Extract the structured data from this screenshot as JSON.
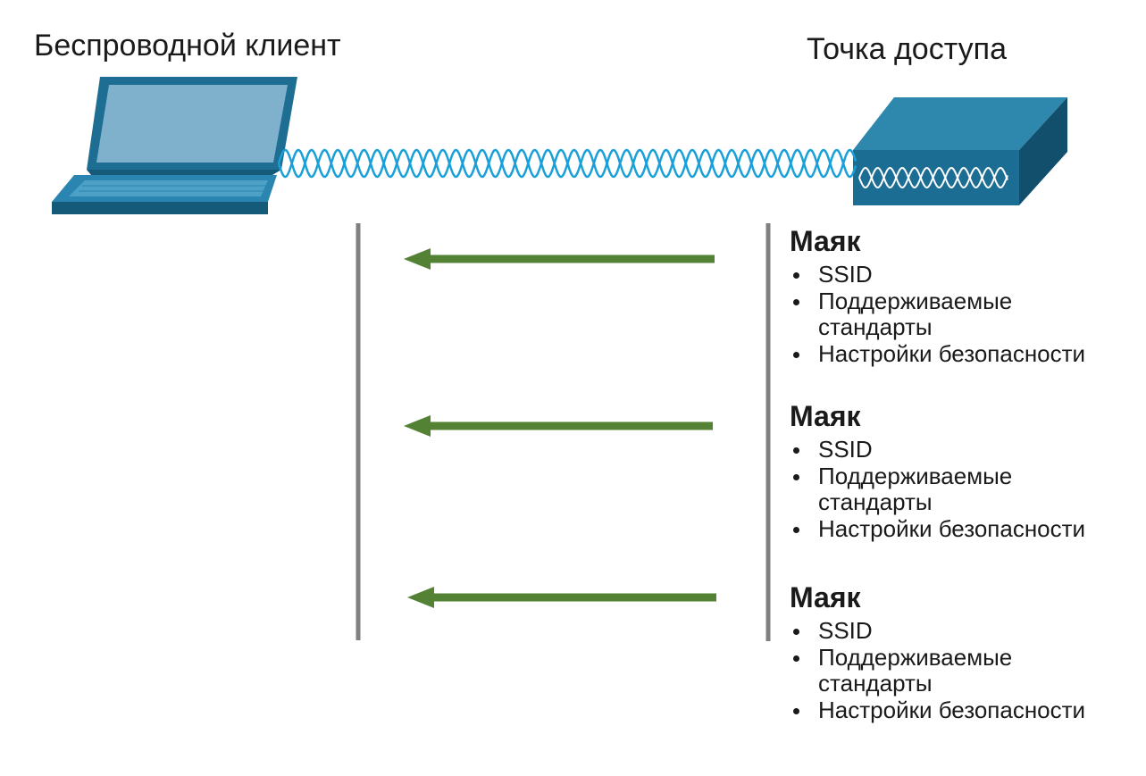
{
  "labels": {
    "client": "Беспроводной клиент",
    "access_point": "Точка доступа"
  },
  "beacons": [
    {
      "title": "Маяк",
      "items": [
        "SSID",
        "Поддерживаемые стандарты",
        "Настройки безопасности"
      ]
    },
    {
      "title": "Маяк",
      "items": [
        "SSID",
        "Поддерживаемые стандарты",
        "Настройки безопасности"
      ]
    },
    {
      "title": "Маяк",
      "items": [
        "SSID",
        "Поддерживаемые стандарты",
        "Настройки безопасности"
      ]
    }
  ],
  "icons": {
    "client": "laptop-icon",
    "access_point": "access-point-icon",
    "link": "wireless-signal-wave"
  },
  "colors": {
    "device_blue": "#1e6e93",
    "screen_blue": "#7fb1cd",
    "wave_blue": "#1aa0d8",
    "arrow_green": "#548235",
    "timeline_gray": "#808080"
  }
}
